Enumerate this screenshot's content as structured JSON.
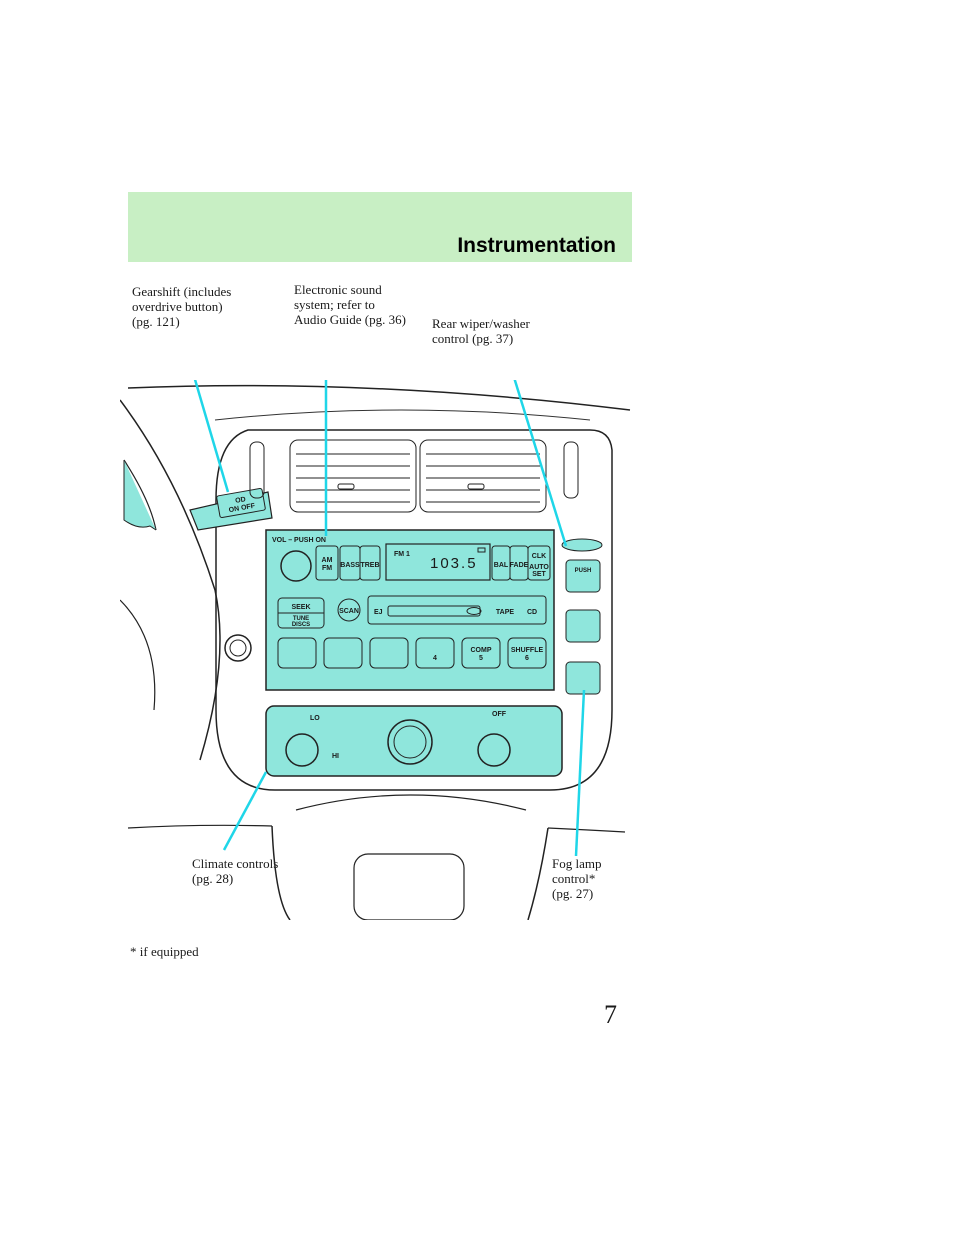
{
  "header": {
    "title": "Instrumentation"
  },
  "callouts": {
    "gearshift": "Gearshift (includes\noverdrive button)\n(pg. 121)",
    "sound": "Electronic sound\nsystem; refer to\nAudio Guide (pg. 36)",
    "wiper": "Rear wiper/washer\ncontrol (pg. 37)",
    "climate": "Climate controls\n(pg. 28)",
    "foglamp": "Fog lamp\ncontrol*\n(pg. 27)"
  },
  "footnote": "* if equipped",
  "page_number": "7",
  "illustration": {
    "shifter": {
      "line1": "OD",
      "line2": "ON OFF"
    },
    "radio": {
      "vol_label": "VOL – PUSH ON",
      "am_fm": [
        "AM",
        "FM"
      ],
      "bass": "BASS",
      "treb": "TREB",
      "band": "FM 1",
      "frequency": "103.5",
      "bal": "BAL",
      "fade": "FADE",
      "clk": "CLK",
      "auto_set": [
        "AUTO",
        "SET"
      ],
      "seek": "SEEK",
      "tune_discs": [
        "TUNE",
        "DISCS"
      ],
      "scan": "SCAN",
      "ej": "EJ",
      "tape": "TAPE",
      "cd": "CD",
      "preset_4": "4",
      "comp": [
        "COMP",
        "5"
      ],
      "shuffle": [
        "SHUFFLE",
        "6"
      ],
      "push": "PUSH"
    },
    "climate": {
      "lo": "LO",
      "hi": "HI",
      "off": "OFF"
    }
  }
}
